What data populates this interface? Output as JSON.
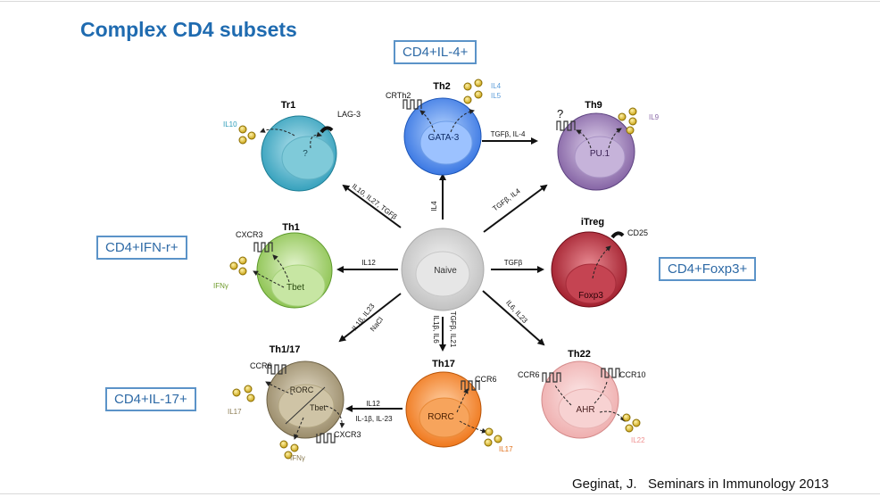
{
  "title": "Complex CD4 subsets",
  "boxes": {
    "il4": "CD4+IL-4+",
    "ifn": "CD4+IFN-r+",
    "foxp3": "CD4+Foxp3+",
    "il17": "CD4+IL-17+"
  },
  "citation": "Geginat, J.   Seminars in Immunology 2013",
  "cells": {
    "naive": {
      "label": "Naive",
      "color": "#d3d3d3"
    },
    "tr1": {
      "name": "Tr1",
      "inner": "?",
      "marker": "LAG-3",
      "cytokine": "IL10",
      "color": "#2a9bb8"
    },
    "th2": {
      "name": "Th2",
      "inner": "GATA-3",
      "marker": "CRTh2",
      "cytokines": [
        "IL4",
        "IL5"
      ],
      "color": "#2f7be8"
    },
    "th9": {
      "name": "Th9",
      "inner": "PU.1",
      "marker": "?",
      "cytokine": "IL9",
      "color": "#8a6aa8"
    },
    "th1": {
      "name": "Th1",
      "inner": "Tbet",
      "marker": "CXCR3",
      "cytokine": "IFNγ",
      "color": "#8cc44c"
    },
    "itreg": {
      "name": "iTreg",
      "inner": "Foxp3",
      "marker": "CD25",
      "color": "#a51e2b"
    },
    "th117": {
      "name": "Th1/17",
      "inner1": "RORC",
      "inner2": "Tbet",
      "marker1": "CCR6",
      "marker2": "CXCR3",
      "cytokine1": "IL17",
      "cytokine2": "IFNγ",
      "color": "#9a8c68"
    },
    "th17": {
      "name": "Th17",
      "inner": "RORC",
      "marker": "CCR6",
      "cytokine": "IL17",
      "color": "#f07a18"
    },
    "th22": {
      "name": "Th22",
      "inner": "AHR",
      "marker1": "CCR6",
      "marker2": "CCR10",
      "cytokine": "IL22",
      "color": "#f0b8b8"
    }
  },
  "arrows": {
    "to_tr1": "IL10, IL27, TGFβ",
    "to_th2": "IL4",
    "th2_to_th9": "TGFβ, IL-4",
    "to_th9": "TGFβ, IL4",
    "to_th1": "IL12",
    "to_itreg": "TGFβ",
    "to_th117_a": "IL1β, IL23",
    "to_th117_b": "NaCl",
    "to_th17_a": "TGFβ, IL21",
    "to_th17_b": "IL1β, IL6",
    "to_th22": "IL6, IL23",
    "th17_to_th117_a": "IL12",
    "th17_to_th117_b": "IL-1β, IL-23"
  }
}
